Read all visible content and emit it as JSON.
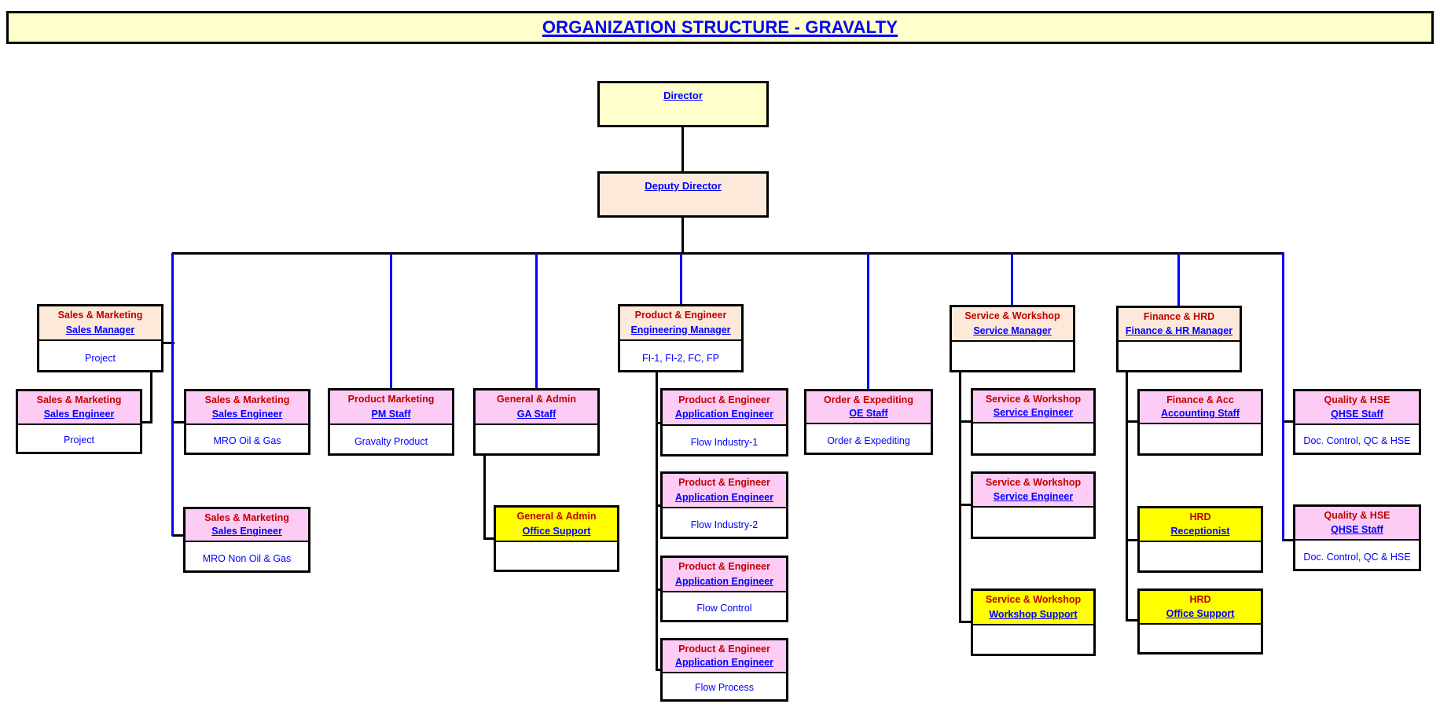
{
  "header": {
    "title": "ORGANIZATION STRUCTURE - GRAVALTY"
  },
  "palette": {
    "title_bg": "#FFFFCC",
    "exec_bg": "#FFFFCC",
    "deputy_bg": "#FDE9D9",
    "manager_bg": "#FDE9D9",
    "staff_bg": "#FCCCF4",
    "support_bg": "#FFFF00",
    "dept_text": "#C00000",
    "role_text": "#0000FF",
    "sub_text": "#0000FF",
    "connector_black": "#000000",
    "connector_blue": "#0000FF"
  },
  "nodes": {
    "director": {
      "role": "Director"
    },
    "deputy": {
      "role": "Deputy Director"
    },
    "sales_manager": {
      "dept": "Sales & Marketing",
      "role": "Sales Manager",
      "sub": "Project"
    },
    "sales_engineer_project": {
      "dept": "Sales & Marketing",
      "role": "Sales Engineer",
      "sub": "Project"
    },
    "sales_engineer_mro_og": {
      "dept": "Sales & Marketing",
      "role": "Sales Engineer",
      "sub": "MRO Oil & Gas"
    },
    "sales_engineer_mro_nog": {
      "dept": "Sales & Marketing",
      "role": "Sales Engineer",
      "sub": "MRO Non Oil & Gas"
    },
    "product_marketing": {
      "dept": "Product Marketing",
      "role": "PM Staff",
      "sub": "Gravalty Product"
    },
    "general_admin": {
      "dept": "General & Admin",
      "role": "GA Staff",
      "sub": ""
    },
    "ga_office_support": {
      "dept": "General & Admin",
      "role": "Office Support",
      "sub": ""
    },
    "engineering_manager": {
      "dept": "Product & Engineer",
      "role": "Engineering Manager",
      "sub": "FI-1, FI-2, FC, FP"
    },
    "ae_fi1": {
      "dept": "Product & Engineer",
      "role": "Application Engineer",
      "sub": "Flow Industry-1"
    },
    "ae_fi2": {
      "dept": "Product & Engineer",
      "role": "Application Engineer",
      "sub": "Flow Industry-2"
    },
    "ae_fc": {
      "dept": "Product & Engineer",
      "role": "Application Engineer",
      "sub": "Flow Control"
    },
    "ae_fp": {
      "dept": "Product & Engineer",
      "role": "Application Engineer",
      "sub": "Flow Process"
    },
    "order_expediting": {
      "dept": "Order & Expediting",
      "role": "OE Staff",
      "sub": "Order & Expediting"
    },
    "service_manager": {
      "dept": "Service & Workshop",
      "role": "Service Manager",
      "sub": ""
    },
    "service_engineer_1": {
      "dept": "Service & Workshop",
      "role": "Service Engineer",
      "sub": ""
    },
    "service_engineer_2": {
      "dept": "Service & Workshop",
      "role": "Service Engineer",
      "sub": ""
    },
    "workshop_support": {
      "dept": "Service & Workshop",
      "role": "Workshop Support",
      "sub": ""
    },
    "finance_hr_manager": {
      "dept": "Finance & HRD",
      "role": "Finance & HR Manager",
      "sub": ""
    },
    "accounting_staff": {
      "dept": "Finance & Acc",
      "role": "Accounting Staff",
      "sub": ""
    },
    "hrd_receptionist": {
      "dept": "HRD",
      "role": "Receptionist",
      "sub": ""
    },
    "hrd_office_support": {
      "dept": "HRD",
      "role": "Office Support",
      "sub": ""
    },
    "qhse_1": {
      "dept": "Quality & HSE",
      "role": "QHSE Staff",
      "sub": "Doc. Control, QC & HSE"
    },
    "qhse_2": {
      "dept": "Quality & HSE",
      "role": "QHSE Staff",
      "sub": "Doc. Control, QC & HSE"
    }
  }
}
